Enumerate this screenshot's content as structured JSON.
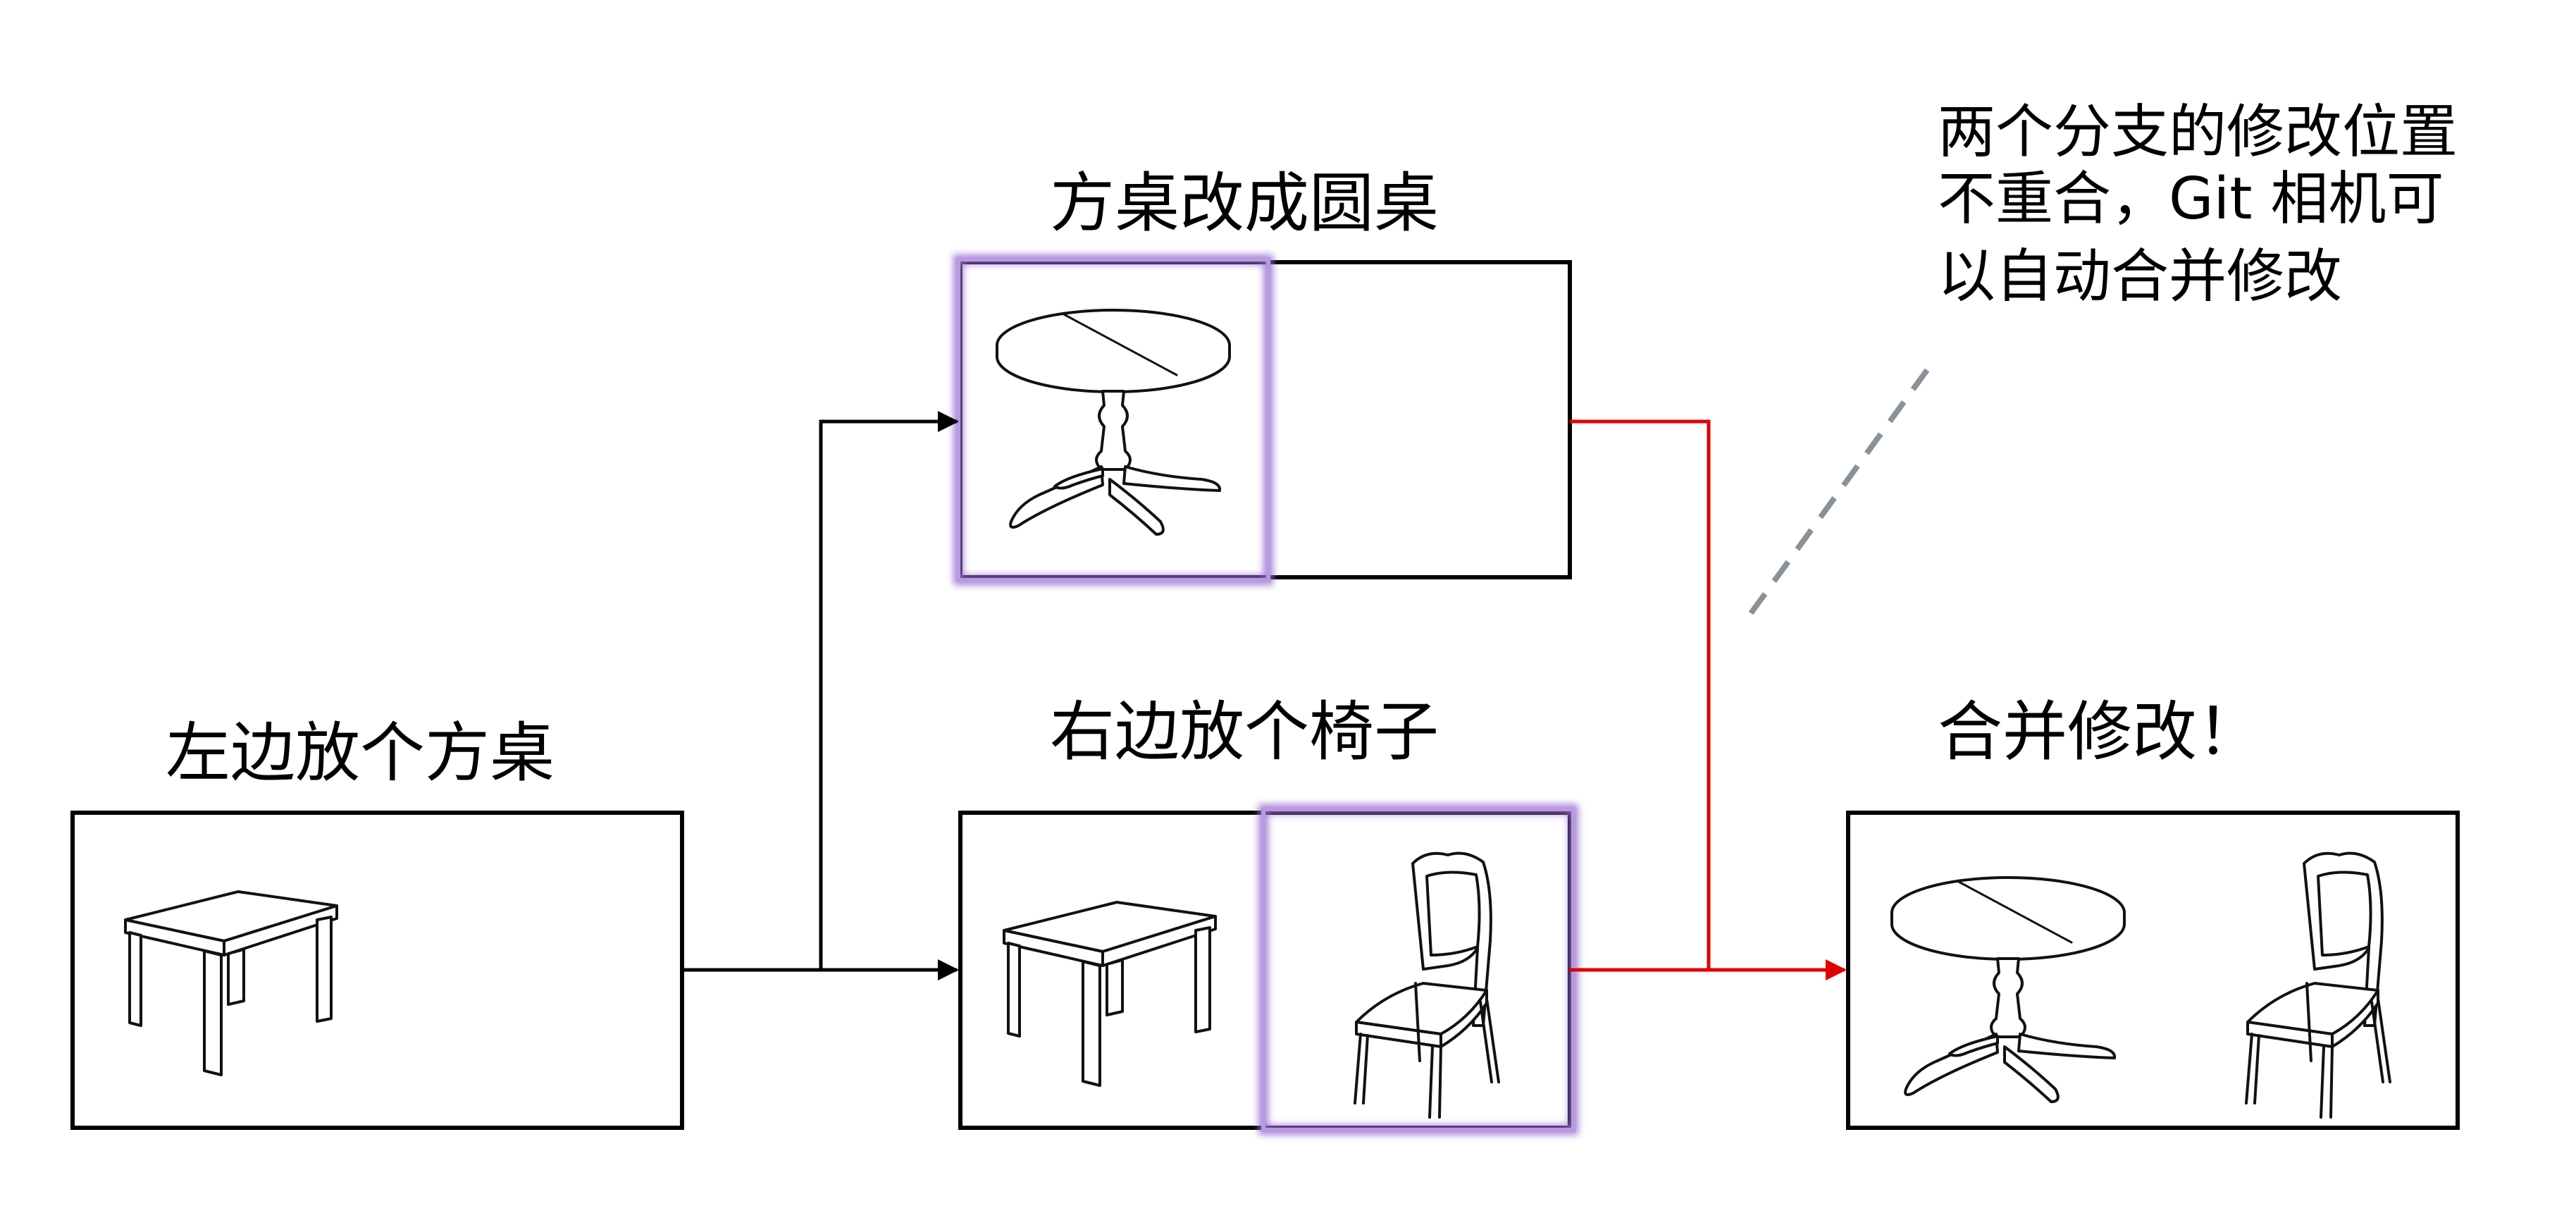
{
  "steps": {
    "left_table": {
      "label": "左边放个方桌"
    },
    "round_table": {
      "label": "方桌改成圆桌"
    },
    "add_chair": {
      "label": "右边放个椅子"
    },
    "merged": {
      "label": "合并修改！"
    }
  },
  "note": {
    "lines": [
      "两个分支的修改位置",
      "不重合，Git 相机可",
      "以自动合并修改"
    ]
  },
  "colors": {
    "merge_arrow": "#e00000",
    "branch_arrow": "#000000",
    "highlight": "#9b6fd1",
    "dashed_leader": "#8a9299"
  },
  "icons": {
    "square_table": "square-table-icon",
    "round_table": "round-table-icon",
    "chair": "chair-icon"
  }
}
